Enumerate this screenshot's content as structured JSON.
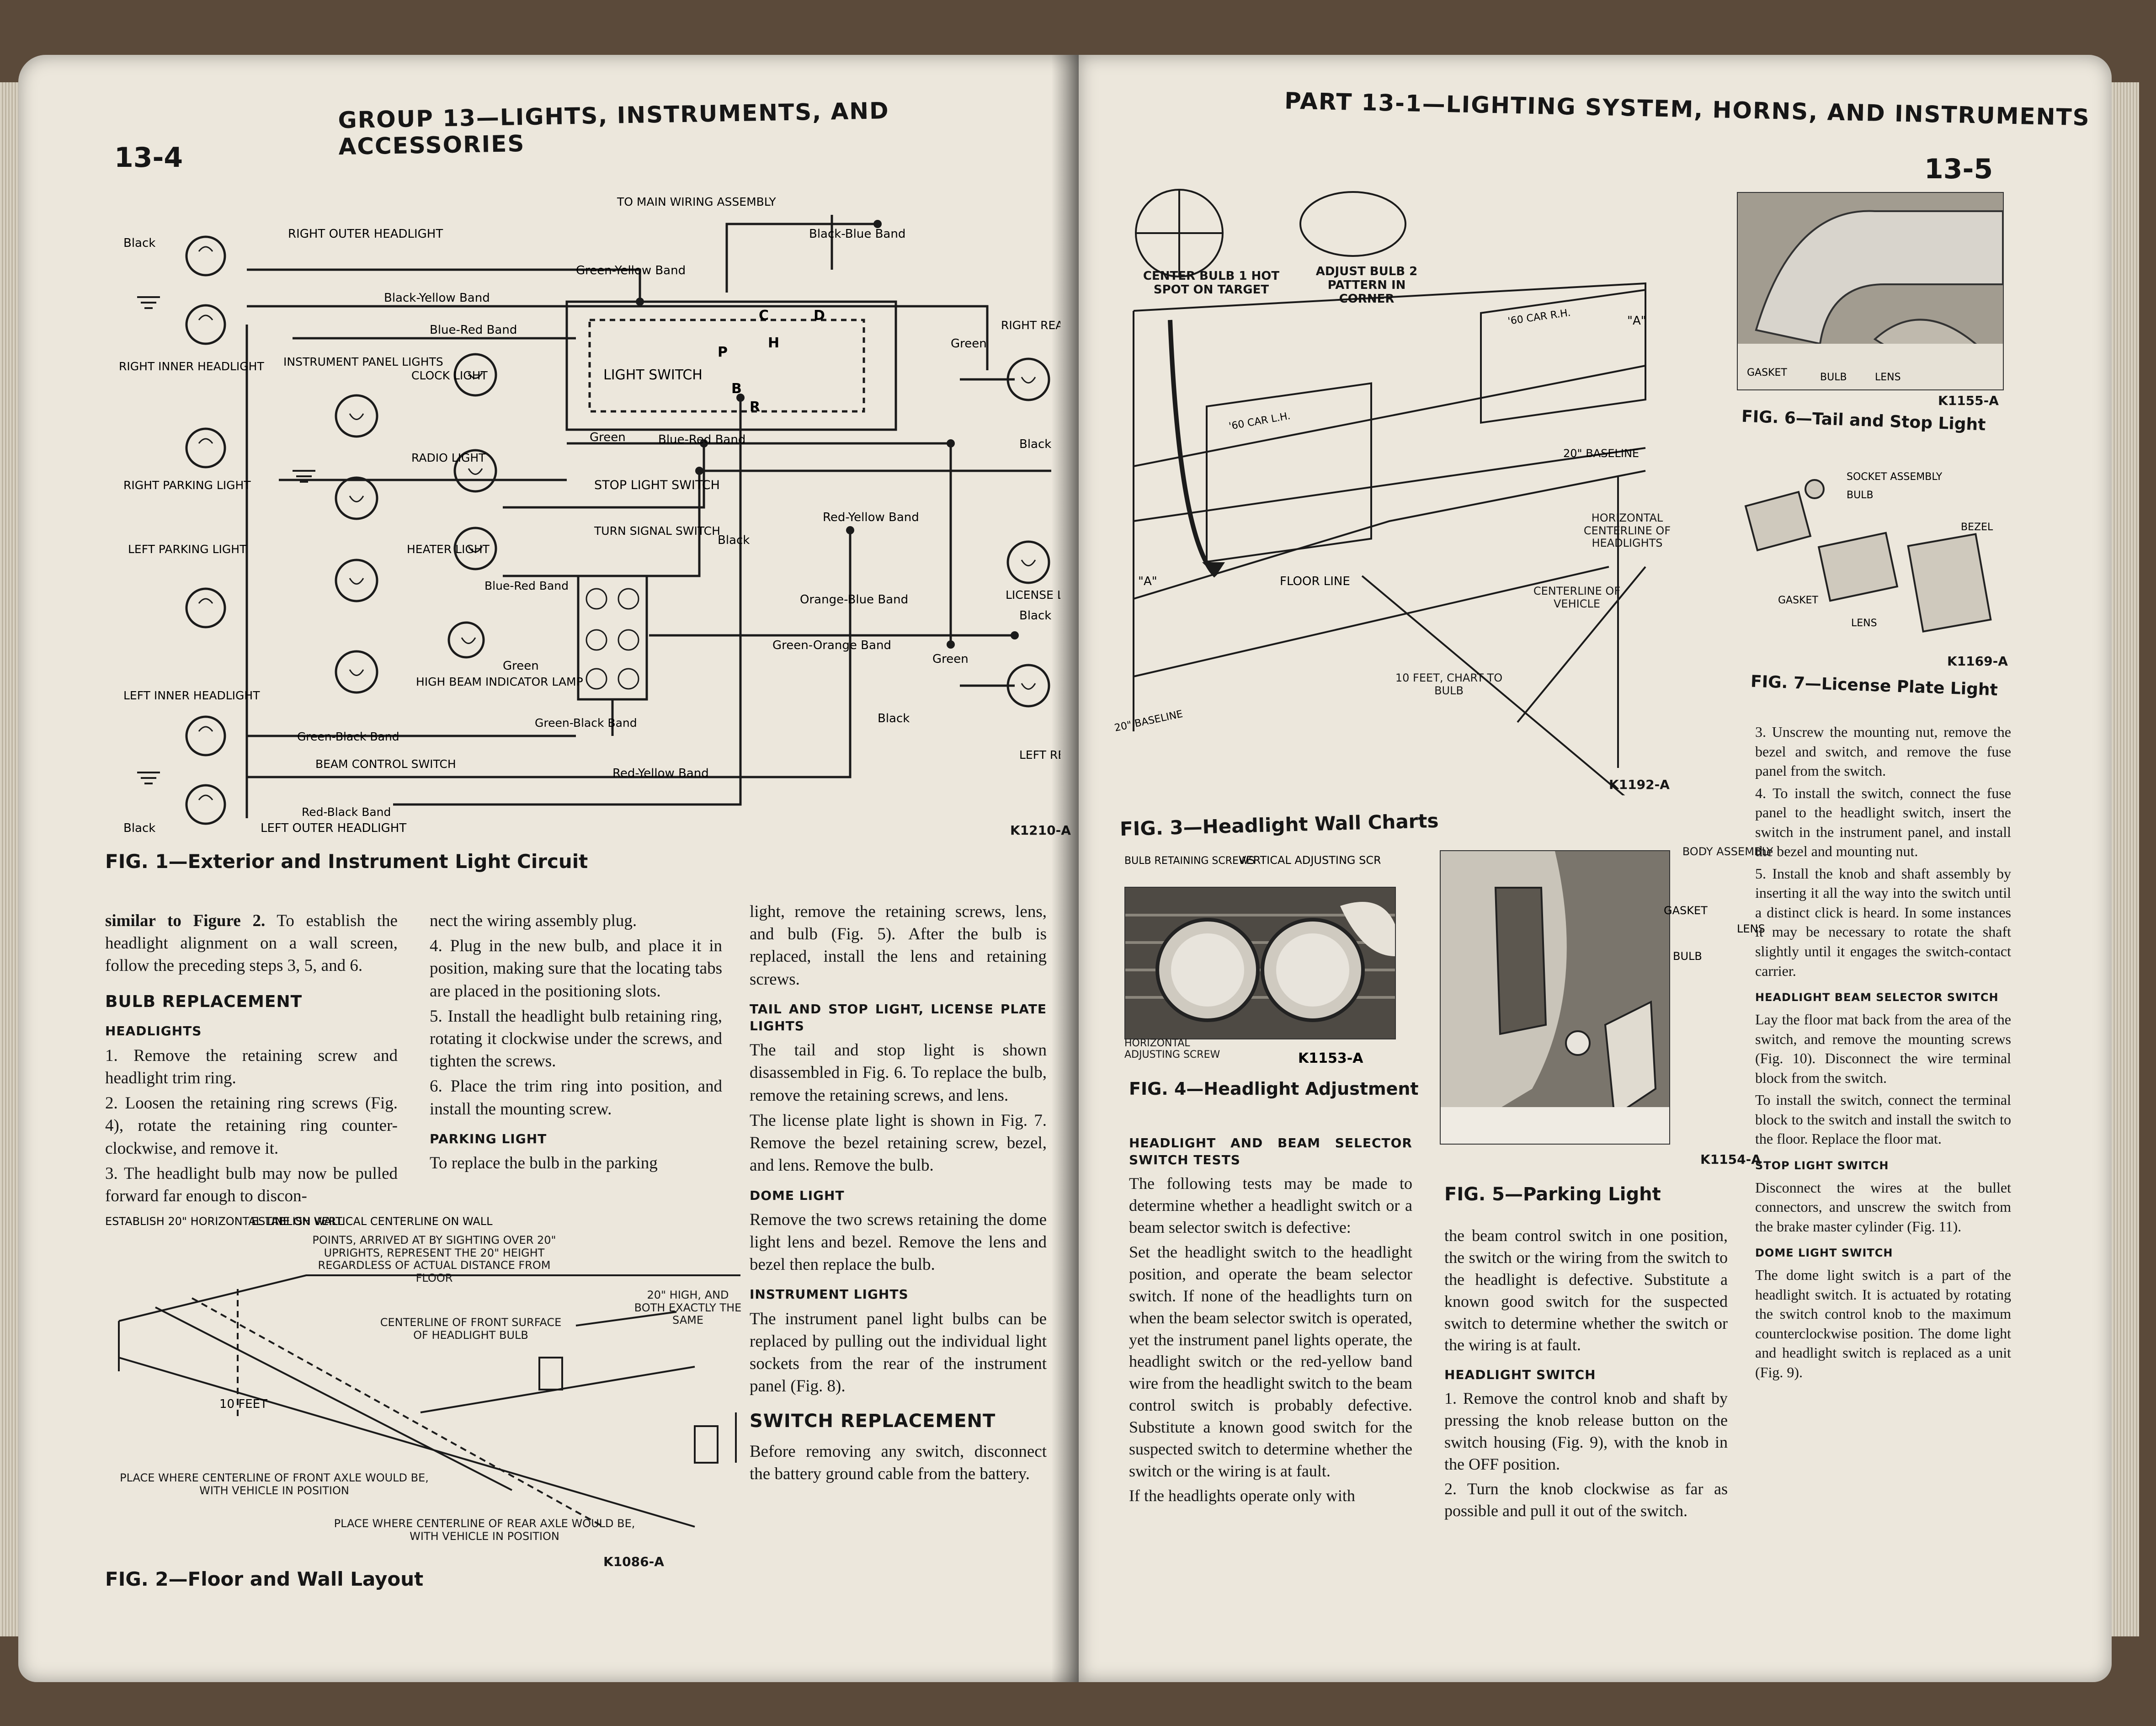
{
  "left_page": {
    "page_number": "13-4",
    "header": "GROUP 13—LIGHTS, INSTRUMENTS, AND ACCESSORIES",
    "fig1": {
      "caption": "FIG. 1—Exterior and Instrument Light Circuit",
      "code": "K1210-A",
      "labels": {
        "black_top": "Black",
        "right_outer_headlight": "RIGHT OUTER HEADLIGHT",
        "right_inner_headlight": "RIGHT INNER HEADLIGHT",
        "right_parking_light": "RIGHT PARKING LIGHT",
        "left_parking_light": "LEFT PARKING LIGHT",
        "left_inner_headlight": "LEFT INNER HEADLIGHT",
        "left_outer_headlight": "LEFT OUTER HEADLIGHT",
        "black_bottom": "Black",
        "instrument_panel_lights": "INSTRUMENT PANEL LIGHTS",
        "to_main_wiring": "TO MAIN WIRING ASSEMBLY",
        "black_blue_band": "Black-Blue Band",
        "green_yellow_band": "Green-Yellow Band",
        "black_yellow_band": "Black-Yellow Band",
        "blue_red_band_top": "Blue-Red Band",
        "clock_light": "CLOCK LIGHT",
        "light_switch": "LIGHT SWITCH",
        "radio_light": "RADIO LIGHT",
        "heater_light": "HEATER LIGHT",
        "green_mid": "Green",
        "blue_red_band_mid": "Blue-Red Band",
        "stop_light_switch": "STOP LIGHT SWITCH",
        "turn_signal_switch": "TURN SIGNAL SWITCH",
        "black_mid": "Black",
        "red_yellow_band_mid": "Red-Yellow Band",
        "blue_red_band_low": "Blue-Red Band",
        "orange_blue_band": "Orange-Blue Band",
        "high_beam_indicator": "HIGH BEAM INDICATOR LAMP",
        "green_left": "Green",
        "green_orange_band": "Green-Orange Band",
        "green_right": "Green",
        "green_black_band_1": "Green-Black Band",
        "green_black_band_2": "Green-Black Band",
        "black_low": "Black",
        "beam_control_switch": "BEAM CONTROL SWITCH",
        "red_yellow_band_low": "Red-Yellow Band",
        "red_black_band": "Red-Black Band",
        "right_rear_light": "RIGHT REAR LIGHT",
        "green_rr": "Green",
        "black_rr": "Black",
        "license_light": "LICENSE LIGHT",
        "black_lic": "Black",
        "left_rear_light": "LEFT REAR LIGHT",
        "term_c": "C",
        "term_d": "D",
        "term_p": "P",
        "term_h": "H",
        "term_b": "B",
        "term_r": "R"
      }
    },
    "col1": {
      "p1_bold": "similar to Figure 2.",
      "p1": " To establish the headlight alignment on a wall screen, follow the preceding steps 3, 5, and 6.",
      "h_bulb": "BULB REPLACEMENT",
      "h_headlights": "HEADLIGHTS",
      "s1": "1. Remove the retaining screw and headlight trim ring.",
      "s2": "2. Loosen the retaining ring screws (Fig. 4), rotate the retaining ring counter-clockwise, and remove it.",
      "s3": "3. The headlight bulb may now be pulled forward far enough to discon-"
    },
    "col2": {
      "p1": "nect the wiring assembly plug.",
      "s4": "4. Plug in the new bulb, and place it in position, making sure that the locating tabs are placed in the positioning slots.",
      "s5": "5. Install the headlight bulb retaining ring, rotating it clockwise under the screws, and tighten the screws.",
      "s6": "6. Place the trim ring into position, and install the mounting screw.",
      "h_parking": "PARKING LIGHT",
      "p_parking": "To replace the bulb in the parking"
    },
    "col3": {
      "p1": "light, remove the retaining screws, lens, and bulb (Fig. 5). After the bulb is replaced, install the lens and retaining screws.",
      "h_tail": "TAIL AND STOP LIGHT, LICENSE PLATE LIGHTS",
      "p_tail1": "The tail and stop light is shown disassembled in Fig. 6. To replace the bulb, remove the retaining screws, and lens.",
      "p_tail2": "The license plate light is shown in Fig. 7. Remove the bezel retaining screw, bezel, and lens. Remove the bulb.",
      "h_dome": "DOME LIGHT",
      "p_dome": "Remove the two screws retaining the dome light lens and bezel. Remove the lens and bezel then replace the bulb.",
      "h_instr": "INSTRUMENT LIGHTS",
      "p_instr": "The instrument panel light bulbs can be replaced by pulling out the individual light sockets from the rear of the instrument panel (Fig. 8).",
      "h_switch": "SWITCH REPLACEMENT",
      "p_switch": "Before removing any switch, disconnect the battery ground cable from the battery."
    },
    "fig2": {
      "caption": "FIG. 2—Floor and Wall Layout",
      "code": "K1086-A",
      "labels": {
        "establish_20": "ESTABLISH 20\" HORIZONTAL LINE ON WALL",
        "establish_vertical": "ESTABLISH VERTICAL CENTERLINE ON WALL",
        "points_arrived": "POINTS, ARRIVED AT BY SIGHTING OVER 20\" UPRIGHTS, REPRESENT THE 20\" HEIGHT REGARDLESS OF ACTUAL DISTANCE FROM FLOOR",
        "centerline_front": "CENTERLINE OF FRONT SURFACE OF HEADLIGHT BULB",
        "twenty_high": "20\" HIGH, AND BOTH EXACTLY THE SAME",
        "ten_feet": "10 FEET",
        "front_axle": "PLACE WHERE CENTERLINE OF FRONT AXLE WOULD BE, WITH VEHICLE IN POSITION",
        "rear_axle": "PLACE WHERE CENTERLINE OF REAR AXLE WOULD BE, WITH VEHICLE IN POSITION"
      }
    }
  },
  "right_page": {
    "page_number": "13-5",
    "header": "PART 13-1—LIGHTING SYSTEM, HORNS, AND INSTRUMENTS",
    "fig3": {
      "caption": "FIG. 3—Headlight Wall Charts",
      "code": "K1192-A",
      "labels": {
        "center_bulb": "CENTER BULB 1 HOT SPOT ON TARGET",
        "adjust_bulb": "ADJUST BULB 2 PATTERN IN CORNER",
        "car_lh": "'60 CAR L.H.",
        "car_rh": "'60 CAR R.H.",
        "a_right": "\"A\"",
        "a_left": "\"A\"",
        "baseline_20_right": "20\" BASELINE",
        "horizontal_centerline": "HORIZONTAL CENTERLINE OF HEADLIGHTS",
        "floor_line": "FLOOR LINE",
        "centerline_vehicle": "CENTERLINE OF VEHICLE",
        "ten_feet_chart": "10 FEET, CHART TO BULB",
        "baseline_20_left": "20\" BASELINE"
      }
    },
    "fig4": {
      "caption": "FIG. 4—Headlight Adjustment",
      "code": "K1153-A",
      "labels": {
        "bulb_retaining": "BULB RETAINING SCREWS",
        "vertical_adjusting": "VERTICAL ADJUSTING SCREW",
        "horizontal_adjusting": "HORIZONTAL ADJUSTING SCREW"
      }
    },
    "fig5": {
      "caption": "FIG. 5—Parking Light",
      "code": "K1154-A",
      "labels": {
        "body_assembly": "BODY ASSEMBLY",
        "gasket": "GASKET",
        "bulb": "BULB",
        "lens": "LENS"
      }
    },
    "fig6": {
      "caption": "FIG. 6—Tail and Stop Light",
      "code": "K1155-A",
      "labels": {
        "gasket": "GASKET",
        "bulb": "BULB",
        "lens": "LENS"
      }
    },
    "fig7": {
      "caption": "FIG. 7—License Plate Light",
      "code": "K1169-A",
      "labels": {
        "socket_assembly": "SOCKET ASSEMBLY",
        "bulb": "BULB",
        "bezel": "BEZEL",
        "gasket": "GASKET",
        "lens": "LENS"
      }
    },
    "colA": {
      "h_tests": "HEADLIGHT AND BEAM SELECTOR SWITCH TESTS",
      "p1": "The following tests may be made to determine whether a headlight switch or a beam selector switch is defective:",
      "p2": "Set the headlight switch to the headlight position, and operate the beam selector switch. If none of the headlights turn on when the beam selector switch is operated, yet the instrument panel lights operate, the headlight switch or the red-yellow band wire from the headlight switch to the beam control switch is probably defective. Substitute a known good switch for the suspected switch to determine whether the switch or the wiring is at fault.",
      "p3": "If the headlights operate only with"
    },
    "colB": {
      "p1": "the beam control switch in one position, the switch or the wiring from the switch to the headlight is defective. Substitute a known good switch for the suspected switch to determine whether the switch or the wiring is at fault.",
      "h_hs": "HEADLIGHT SWITCH",
      "s1": "1. Remove the control knob and shaft by pressing the knob release button on the switch housing (Fig. 9), with the knob in the OFF position.",
      "s2": "2. Turn the knob clockwise as far as possible and pull it out of the switch."
    },
    "colC": {
      "s3": "3. Unscrew the mounting nut, remove the bezel and switch, and remove the fuse panel from the switch.",
      "s4": "4. To install the switch, connect the fuse panel to the headlight switch, insert the switch in the instrument panel, and install the bezel and mounting nut.",
      "s5": "5. Install the knob and shaft assembly by inserting it all the way into the switch until a distinct click is heard. In some instances it may be necessary to rotate the shaft slightly until it engages the switch-contact carrier.",
      "h_beam": "HEADLIGHT BEAM SELECTOR SWITCH",
      "p_beam1": "Lay the floor mat back from the area of the switch, and remove the mounting screws (Fig. 10). Disconnect the wire terminal block from the switch.",
      "p_beam2": "To install the switch, connect the terminal block to the switch and install the switch to the floor. Replace the floor mat.",
      "h_stop": "STOP LIGHT SWITCH",
      "p_stop": "Disconnect the wires at the bullet connectors, and unscrew the switch from the brake master cylinder (Fig. 11).",
      "h_dome": "DOME LIGHT SWITCH",
      "p_dome": "The dome light switch is a part of the headlight switch. It is actuated by rotating the switch control knob to the maximum counterclockwise position. The dome light and headlight switch is replaced as a unit (Fig. 9)."
    }
  }
}
